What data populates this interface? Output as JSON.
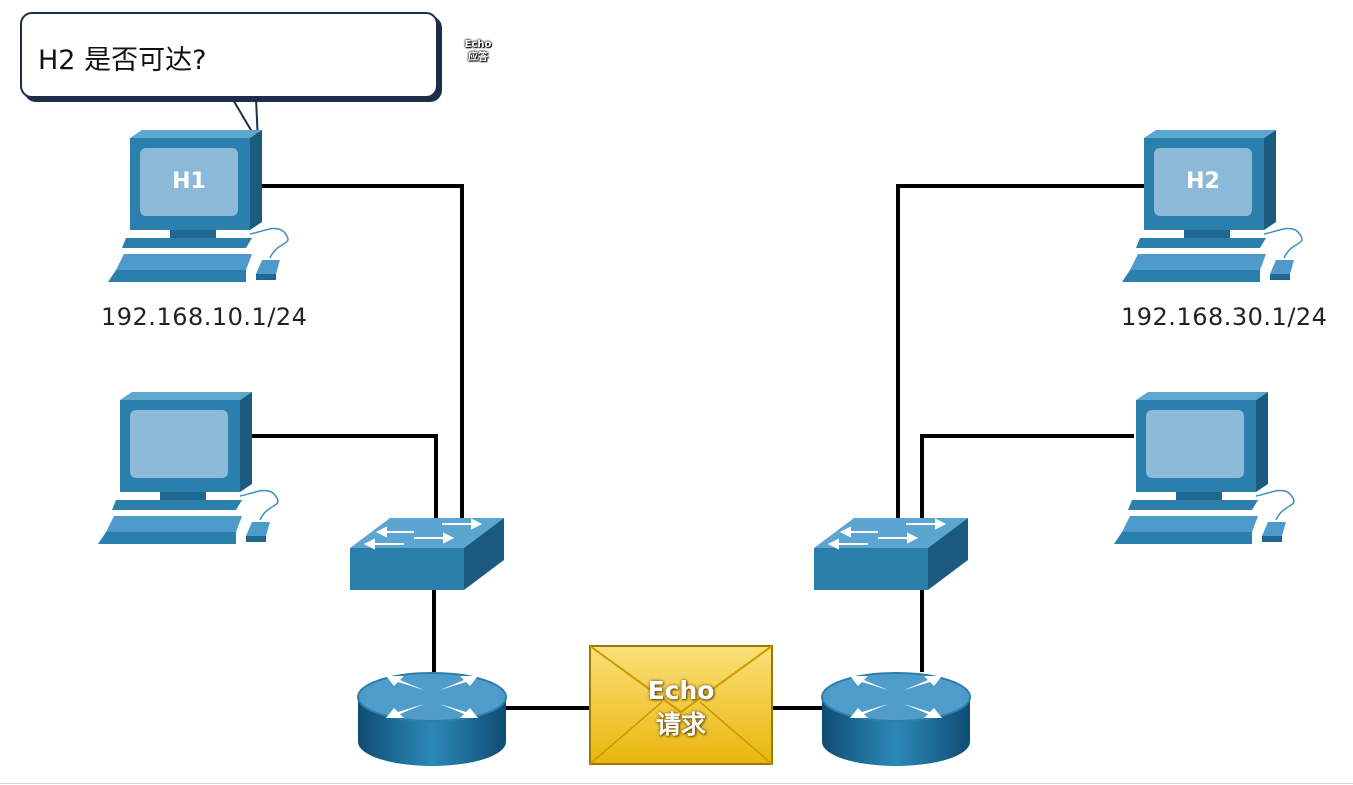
{
  "speech_bubble": {
    "text": "H2 是否可达?"
  },
  "echo_reply": {
    "line1": "Echo",
    "line2": "应答"
  },
  "echo_request": {
    "line1": "Echo",
    "line2": "请求"
  },
  "hosts": {
    "h1": {
      "label": "H1",
      "ip": "192.168.10.1/24"
    },
    "h2": {
      "label": "H2",
      "ip": "192.168.30.1/24"
    }
  },
  "colors": {
    "device_blue": "#2a7fab",
    "device_dark": "#1c5f85",
    "screen": "#8bb8d6",
    "envelope": "#f2c51c",
    "link": "#000000"
  }
}
